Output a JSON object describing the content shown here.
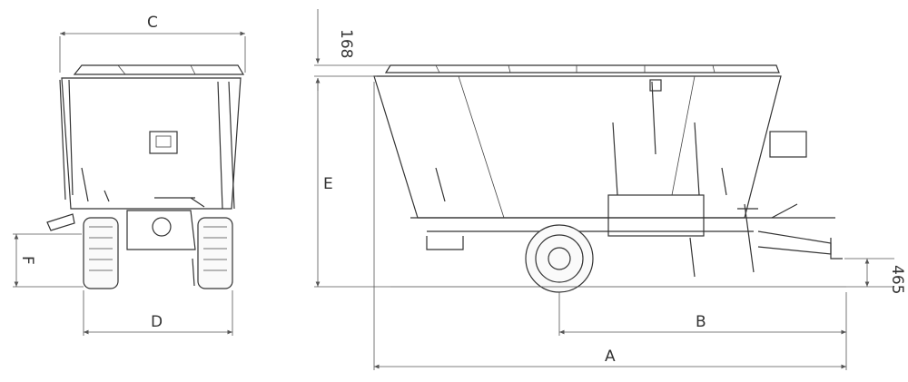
{
  "labels": {
    "a": "A",
    "b": "B",
    "c": "C",
    "d": "D",
    "e": "E",
    "f": "F",
    "top_clearance": "168",
    "hitch_height": "465"
  }
}
